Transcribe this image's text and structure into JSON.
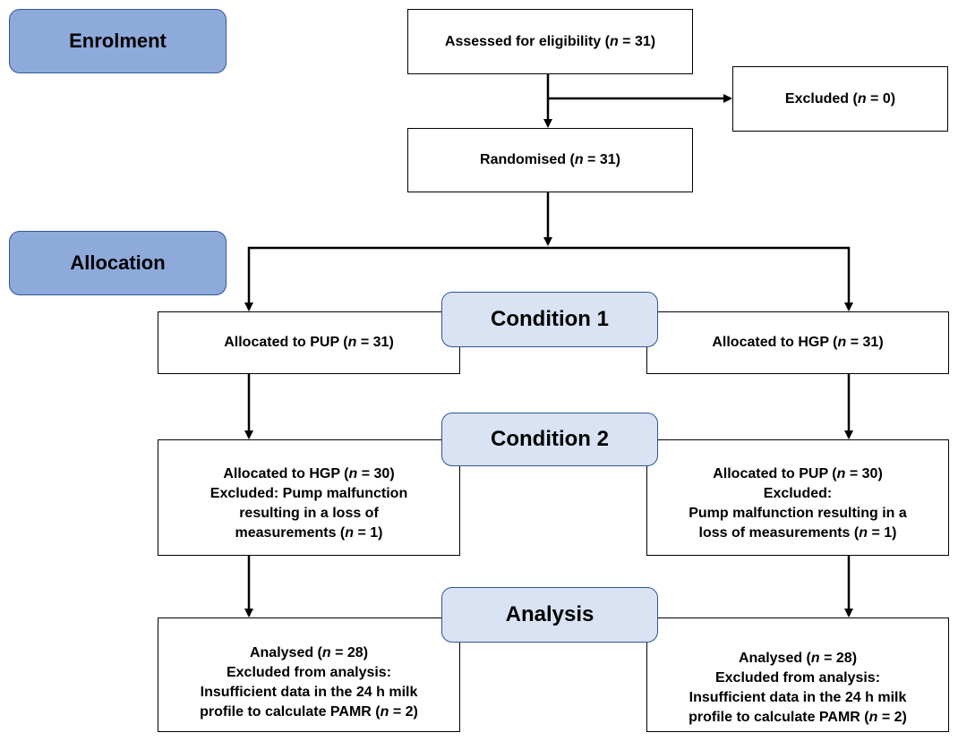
{
  "stages": {
    "enrolment": "Enrolment",
    "allocation": "Allocation"
  },
  "conditions": {
    "condition1": "Condition 1",
    "condition2": "Condition 2",
    "analysis": "Analysis"
  },
  "boxes": {
    "assessed": {
      "text": "Assessed for eligibility (",
      "n": "n",
      "rest": " = 31)"
    },
    "excluded": {
      "text": "Excluded (",
      "n": "n",
      "rest": " = 0)"
    },
    "randomised": {
      "text": "Randomised (",
      "n": "n",
      "rest": " = 31)"
    },
    "pup_first": {
      "text": "Allocated to PUP (",
      "n": "n",
      "rest": " = 31)"
    },
    "hgp_first": {
      "text": "Allocated to HGP (",
      "n": "n",
      "rest": " = 31)"
    },
    "left_cond2": {
      "l1a": "Allocated to HGP (",
      "l1n": "n",
      "l1b": " = 30)",
      "l2": "Excluded: Pump malfunction",
      "l3": "resulting in a loss of",
      "l4a": "measurements (",
      "l4n": "n",
      "l4b": " = 1)"
    },
    "right_cond2": {
      "l1a": "Allocated to PUP (",
      "l1n": "n",
      "l1b": " = 30)",
      "l2": "Excluded:",
      "l3": "Pump malfunction resulting in a",
      "l4a": "loss of measurements (",
      "l4n": "n",
      "l4b": " = 1)"
    },
    "left_analysis": {
      "l1a": "Analysed (",
      "l1n": "n",
      "l1b": " = 28)",
      "l2": "Excluded from analysis:",
      "l3": "Insufficient data in the 24 h milk",
      "l4a": "profile to calculate PAMR (",
      "l4n": "n",
      "l4b": " = 2)"
    },
    "right_analysis": {
      "l1a": "Analysed (",
      "l1n": "n",
      "l1b": " = 28)",
      "l2": "Excluded from analysis:",
      "l3": "Insufficient data in the 24 h milk",
      "l4a": "profile to calculate PAMR (",
      "l4n": "n",
      "l4b": " = 2)"
    }
  },
  "colors": {
    "stage_fill": "#8eaadb",
    "condition_fill": "#dae3f3",
    "border_blue": "#2f5597"
  }
}
